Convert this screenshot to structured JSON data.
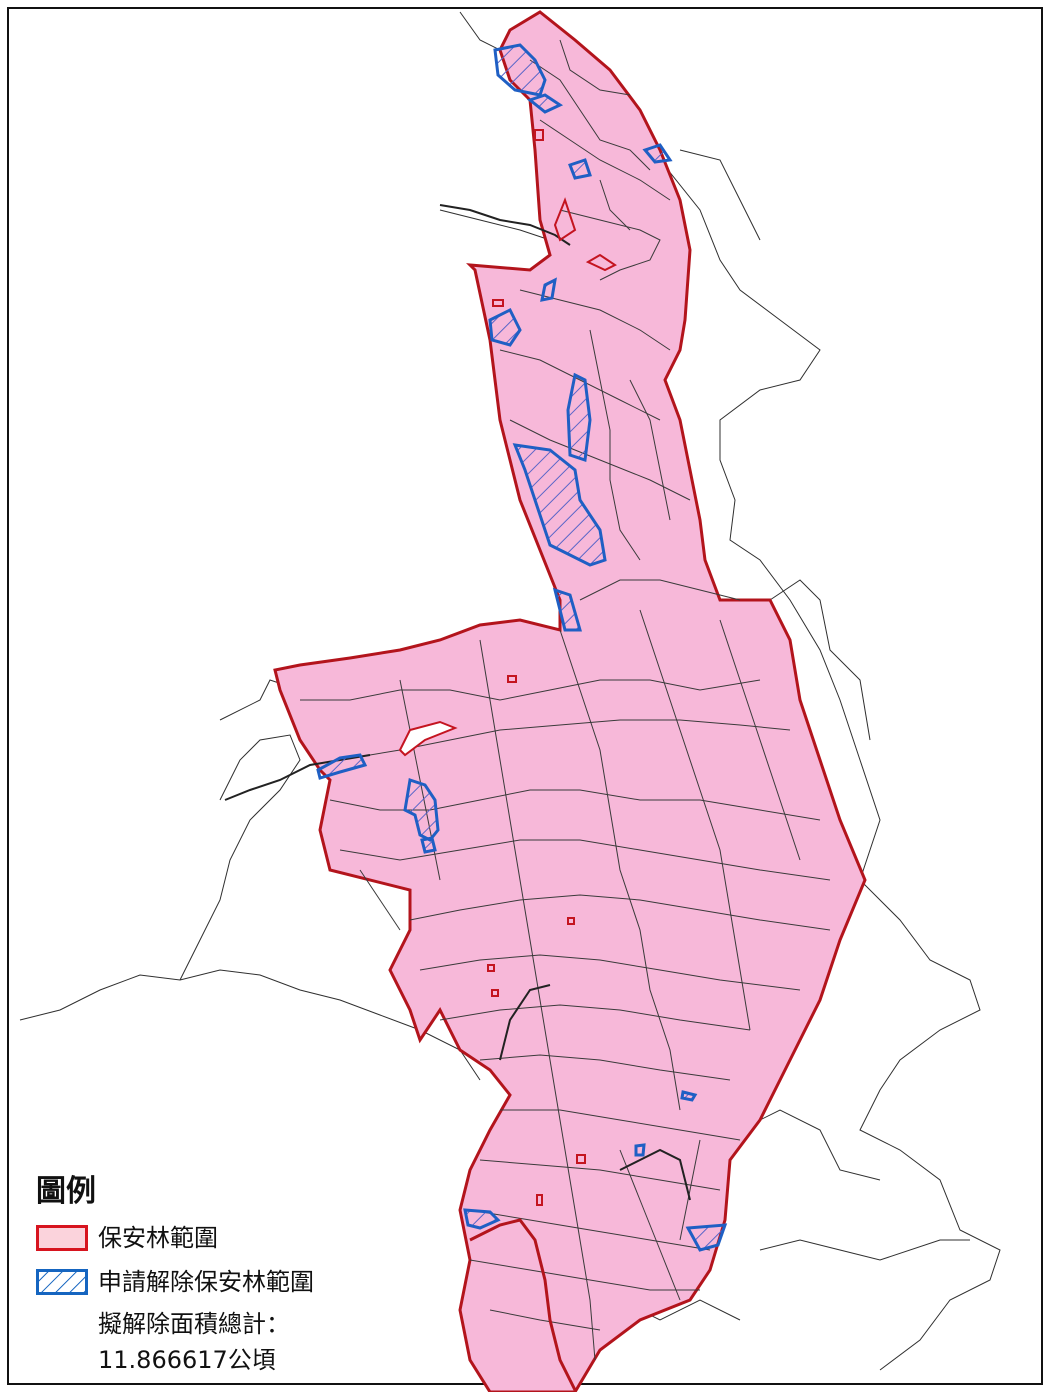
{
  "legend": {
    "title": "圖例",
    "items": [
      {
        "label": "保安林範圍",
        "fill": "#fbd3dc",
        "stroke": "#d7141f"
      },
      {
        "label": "申請解除保安林範圍",
        "fill": "hatch",
        "stroke": "#1565c0"
      }
    ],
    "total_label": "擬解除面積總計：",
    "total_value": "11.866617公頃"
  },
  "colors": {
    "forest_fill": "#f7b8d9",
    "forest_border": "#b3141c",
    "release_border": "#1f5fc4",
    "release_hatch": "#5a66c8",
    "parcel_line": "#3a3a3a"
  }
}
